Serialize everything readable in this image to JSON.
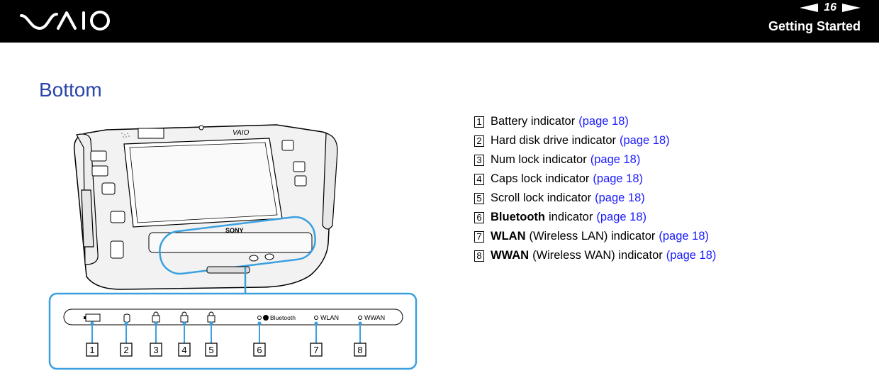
{
  "header": {
    "logo_text": "VAIO",
    "page_number": "16",
    "section": "Getting Started"
  },
  "heading": "Bottom",
  "legend": [
    {
      "num": "1",
      "bold": "",
      "text": "Battery indicator",
      "link": "(page 18)"
    },
    {
      "num": "2",
      "bold": "",
      "text": "Hard disk drive indicator",
      "link": "(page 18)"
    },
    {
      "num": "3",
      "bold": "",
      "text": "Num lock indicator",
      "link": "(page 18)"
    },
    {
      "num": "4",
      "bold": "",
      "text": "Caps lock indicator",
      "link": "(page 18)"
    },
    {
      "num": "5",
      "bold": "",
      "text": "Scroll lock indicator",
      "link": "(page 18)"
    },
    {
      "num": "6",
      "bold": "Bluetooth",
      "text": "indicator",
      "link": "(page 18)"
    },
    {
      "num": "7",
      "bold": "WLAN",
      "text": "(Wireless LAN) indicator",
      "link": "(page 18)"
    },
    {
      "num": "8",
      "bold": "WWAN",
      "text": "(Wireless WAN) indicator",
      "link": "(page 18)"
    }
  ],
  "figure": {
    "brand_label": "SONY",
    "device_logo": "VAIO",
    "strip_labels": [
      "Bluetooth",
      "WLAN",
      "WWAN"
    ],
    "callouts": [
      "1",
      "2",
      "3",
      "4",
      "5",
      "6",
      "7",
      "8"
    ],
    "highlight_color": "#3aa0e0"
  }
}
